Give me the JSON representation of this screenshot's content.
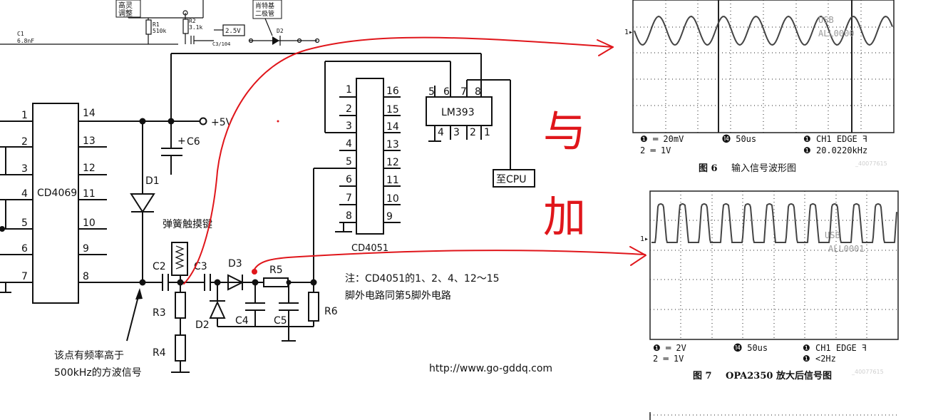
{
  "schematic": {
    "top_labels": [
      "高灵",
      "调整",
      "R1",
      "510k",
      "R2",
      "3.1k",
      "2.5V",
      "C3/104",
      "肖特基",
      "二极管",
      "D2",
      "C1",
      "6.8nF"
    ],
    "cd4069": {
      "label": "CD4069",
      "left_pins": [
        "1",
        "2",
        "3",
        "4",
        "5",
        "6",
        "7"
      ],
      "right_pins": [
        "14",
        "13",
        "12",
        "11",
        "10",
        "9",
        "8"
      ]
    },
    "supply": "+5V",
    "c6": "C6",
    "d1": "D1",
    "spring_key": "弹簧触摸键",
    "parts": {
      "c2": "C2",
      "c3": "C3",
      "d3": "D3",
      "r5": "R5",
      "r3": "R3",
      "r4": "R4",
      "d2": "D2",
      "c4": "C4",
      "c5": "C5",
      "r6": "R6"
    },
    "cd4051": {
      "label": "CD4051",
      "left_pins": [
        "1",
        "2",
        "3",
        "4",
        "5",
        "6",
        "7",
        "8"
      ],
      "right_pins": [
        "16",
        "15",
        "14",
        "13",
        "12",
        "11",
        "10",
        "9"
      ]
    },
    "lm393": {
      "label": "LM393",
      "top_pins": [
        "5",
        "6",
        "7",
        "8"
      ],
      "bottom_pins": [
        "4",
        "3",
        "2",
        "1"
      ]
    },
    "to_cpu": "至CPU",
    "note_line1": "注：CD4051的1、2、4、12～15",
    "note_line2": "脚外电路同第5脚外电路",
    "arrow_note_line1": "该点有频率高于",
    "arrow_note_line2": "500kHz的方波信号",
    "url": "http://www.go-gddq.com"
  },
  "scope6": {
    "marker": "1▸",
    "usb": "USB",
    "file": "ALL0000",
    "ch_a": "❶ ═ 20mV",
    "ch_b": "2 ═ 1V",
    "time": "⓮ 50us",
    "trig": "❶ CH1   EDGE   ꟻ",
    "freq": "❶ 20.0220kHz",
    "caption_num": "图 6",
    "caption_text": "输入信号波形图",
    "watermark": "_40077615"
  },
  "scope7": {
    "marker": "1▸",
    "usb": "USB",
    "file": "ALL0001",
    "ch_a": "❶ ═ 2V",
    "ch_b": "2 ═ 1V",
    "time": "⓮ 50us",
    "trig": "❶ CH1   EDGE   ꟻ",
    "freq": "❶ <2Hz",
    "caption_num": "图 7",
    "caption_text": "OPA2350 放大后信号图",
    "watermark": "_40077615"
  },
  "handwritten": [
    "与",
    "加"
  ]
}
